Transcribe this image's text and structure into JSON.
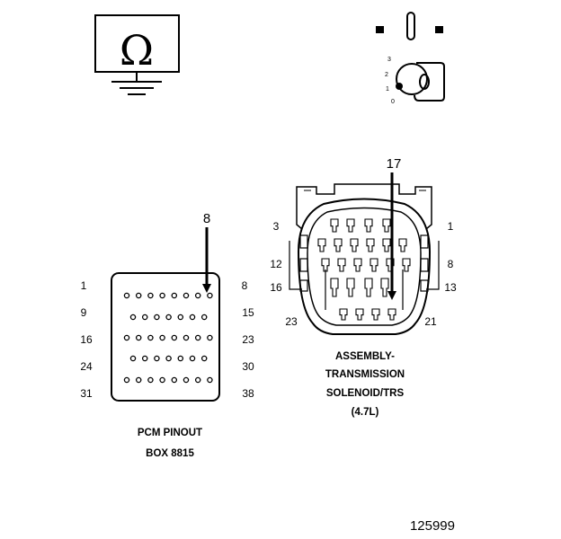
{
  "ohmmeter": {
    "symbol": "Ω"
  },
  "ignition_key": {
    "positions": [
      "3",
      "2",
      "1",
      "0"
    ]
  },
  "pcm_box": {
    "pin_labels_left": [
      "1",
      "9",
      "16",
      "24",
      "31"
    ],
    "pin_labels_right": [
      "8",
      "15",
      "23",
      "30",
      "38"
    ],
    "probe_pin": "8",
    "row_pin_counts": [
      8,
      7,
      8,
      7,
      8
    ],
    "caption_line1": "PCM PINOUT",
    "caption_line2": "BOX 8815"
  },
  "trs_connector": {
    "probe_pin": "17",
    "pin_labels": {
      "top_left": "3",
      "top_right": "1",
      "mid_left": "12",
      "mid_right": "8",
      "low_left": "16",
      "low_right": "13",
      "bottom_left": "23",
      "bottom_right": "21"
    },
    "caption_line1": "ASSEMBLY-",
    "caption_line2": "TRANSMISSION",
    "caption_line3": "SOLENOID/TRS",
    "caption_line4": "(4.7L)"
  },
  "figure_number": "125999"
}
